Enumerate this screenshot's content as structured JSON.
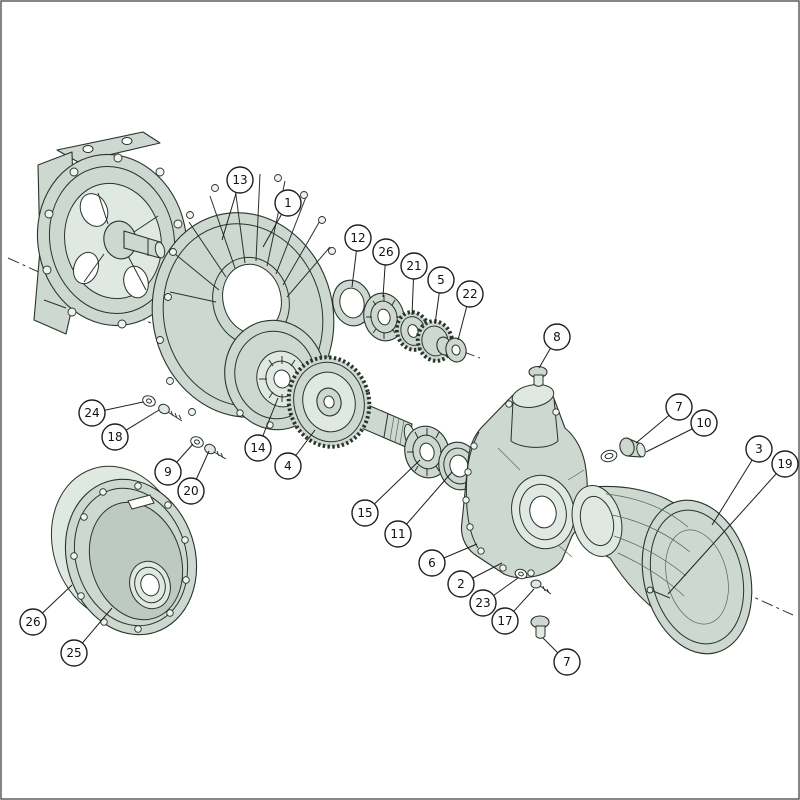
{
  "figure": {
    "type": "exploded-parts-diagram",
    "background_color": "#ffffff",
    "border_color": "#5f5f5f",
    "line_color": "#2a332d",
    "part_fill_color": "#cdd8d0",
    "balloon_fill_color": "#ffffff",
    "balloon_text_color": "#111111"
  },
  "callouts": [
    {
      "label": "13"
    },
    {
      "label": "1"
    },
    {
      "label": "12"
    },
    {
      "label": "26"
    },
    {
      "label": "21"
    },
    {
      "label": "5"
    },
    {
      "label": "22"
    },
    {
      "label": "8"
    },
    {
      "label": "7"
    },
    {
      "label": "10"
    },
    {
      "label": "3"
    },
    {
      "label": "19"
    },
    {
      "label": "24"
    },
    {
      "label": "18"
    },
    {
      "label": "14"
    },
    {
      "label": "9"
    },
    {
      "label": "20"
    },
    {
      "label": "4"
    },
    {
      "label": "15"
    },
    {
      "label": "11"
    },
    {
      "label": "6"
    },
    {
      "label": "2"
    },
    {
      "label": "23"
    },
    {
      "label": "17"
    },
    {
      "label": "7"
    },
    {
      "label": "26"
    },
    {
      "label": "25"
    }
  ]
}
